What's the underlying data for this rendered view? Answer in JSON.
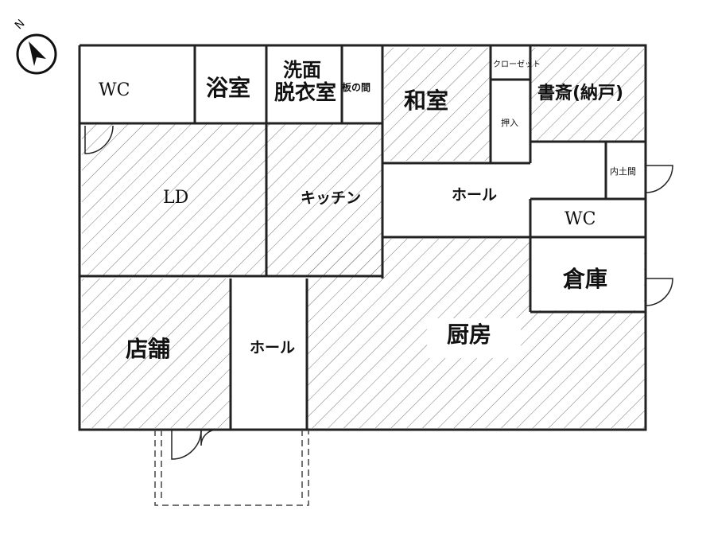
{
  "compass": {
    "north_label": "N"
  },
  "rooms": {
    "wc1": "WC",
    "bath": "浴室",
    "washroom_line1": "洗面",
    "washroom_line2": "脱衣室",
    "board_room": "板の間",
    "japanese_room": "和室",
    "closet": "クローゼット",
    "study": "書斎(納戸)",
    "oshiire": "押入",
    "inner_doma": "内土間",
    "ld": "LD",
    "kitchen": "キッチン",
    "hall1": "ホール",
    "wc2": "WC",
    "storage": "倉庫",
    "kitchen_commercial": "厨房",
    "shop": "店舗",
    "hall2": "ホール"
  }
}
